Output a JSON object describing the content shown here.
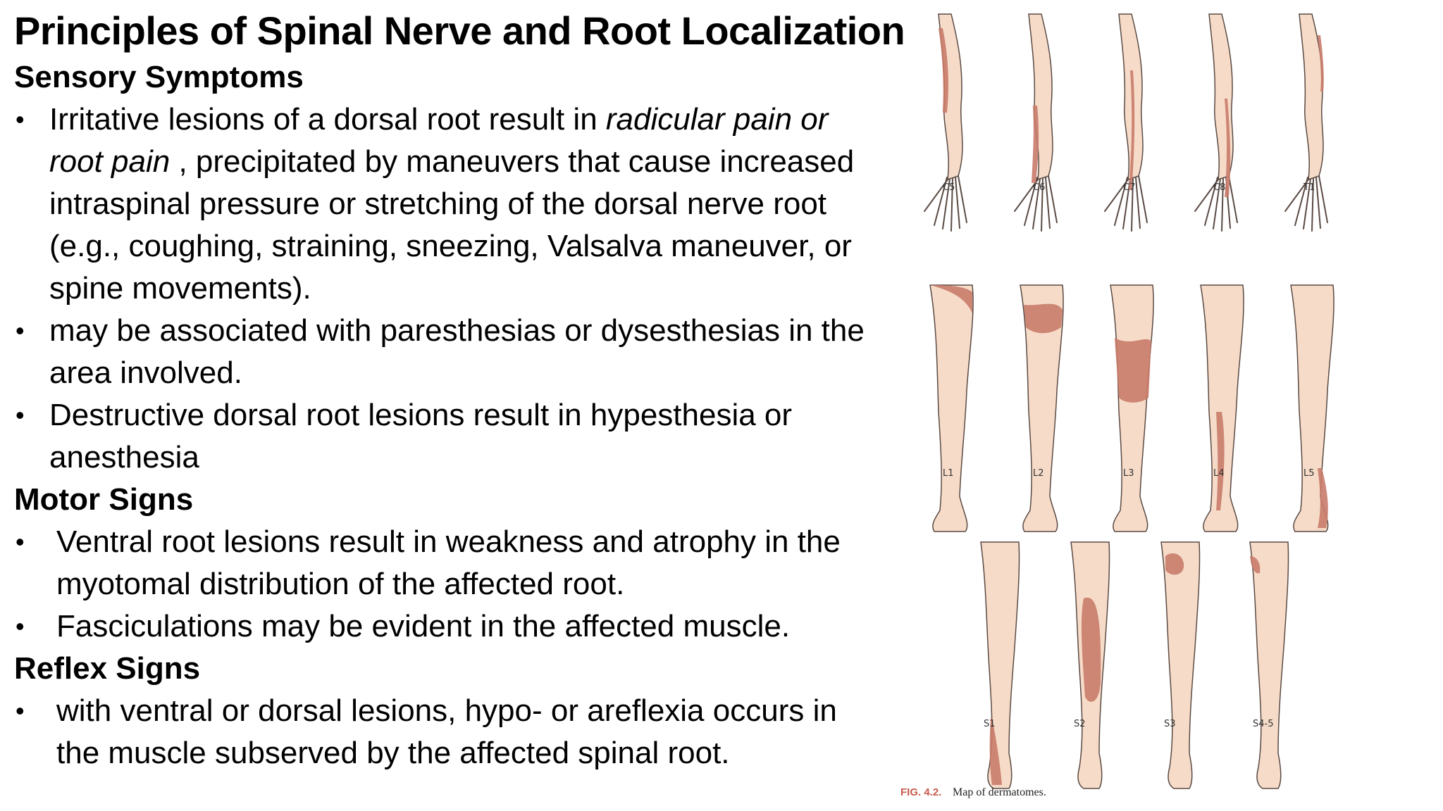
{
  "title": "Principles of Spinal Nerve and Root Localization",
  "sections": {
    "sensory": {
      "heading": "Sensory Symptoms",
      "b1": {
        "l1_a": "Irritative lesions of a dorsal root result in ",
        "l1_b": "radicular pain or",
        "l2_a": "root pain",
        "l2_b": " , precipitated by maneuvers that cause increased",
        "l3": "intraspinal pressure or stretching of the dorsal nerve root",
        "l4": "(e.g., coughing, straining, sneezing, Valsalva maneuver, or",
        "l5": "spine movements)."
      },
      "b2": {
        "l1": "may be associated with paresthesias or dysesthesias in the",
        "l2": "area involved."
      },
      "b3": {
        "l1": "Destructive dorsal root lesions result in hypesthesia or",
        "l2": "anesthesia"
      }
    },
    "motor": {
      "heading": "Motor Signs",
      "b1": {
        "l1": "Ventral root lesions result in weakness and atrophy in the",
        "l2": "myotomal distribution of the affected root."
      },
      "b2": {
        "l1": "Fasciculations may be evident in the affected muscle."
      }
    },
    "reflex": {
      "heading": "Reflex Signs",
      "b1": {
        "l1": "with ventral or dorsal lesions, hypo- or areflexia occurs in",
        "l2": "the muscle subserved by the affected spinal root."
      }
    }
  },
  "bullet_char": "•",
  "figure": {
    "arm_labels": [
      "C5",
      "C6",
      "C7",
      "C8",
      "T1"
    ],
    "leg_front_labels": [
      "L1",
      "L2",
      "L3",
      "L4",
      "L5"
    ],
    "leg_back_labels": [
      "S1",
      "S2",
      "S3",
      "S4-5"
    ],
    "fig_number": "FIG. 4.2.",
    "caption": "Map of dermatomes.",
    "skin_color": "#f6dcc8",
    "outline_color": "#5a4a44",
    "dermatome_color": "#c97b6a"
  }
}
